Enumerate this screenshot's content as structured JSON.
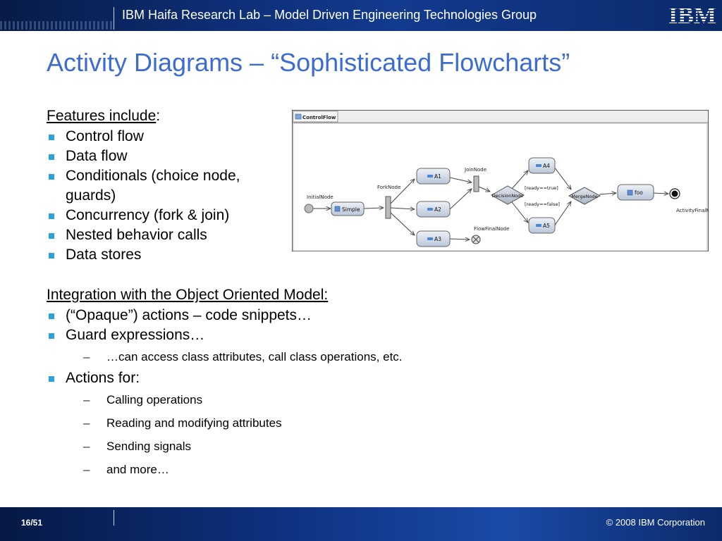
{
  "header": {
    "title": "IBM Haifa Research Lab – Model Driven Engineering Technologies Group",
    "logo_text": "IBM"
  },
  "slide": {
    "title": "Activity Diagrams – “Sophisticated Flowcharts”"
  },
  "features": {
    "heading": "Features include",
    "heading_suffix": ":",
    "items": [
      "Control flow",
      "Data flow",
      "Conditionals (choice node, guards)",
      "Concurrency (fork & join)",
      "Nested behavior calls",
      "Data stores"
    ]
  },
  "integration": {
    "heading": "Integration with the Object Oriented Model:",
    "items": [
      "(“Opaque”) actions – code snippets…",
      "Guard expressions…"
    ],
    "guard_sub": "…can access class attributes, call class operations, etc.",
    "actions_label": "Actions for:",
    "actions_sub": [
      "Calling operations",
      "Reading and modifying attributes",
      "Sending signals",
      "and more…"
    ]
  },
  "diagram": {
    "tab": "ControlFlow",
    "initial_label": "InitialNode",
    "simple_label": "Simple",
    "fork_label": "ForkNode",
    "a1": "A1",
    "a2": "A2",
    "a3": "A3",
    "join_label": "JoinNode",
    "decision_label": "DecisionNode",
    "a4": "A4",
    "a5": "A5",
    "guard_true": "[ready==true]",
    "guard_false": "[ready==false]",
    "merge_label": "MergeNode",
    "foo_label": "foo",
    "final_label": "ActivityFinalNode",
    "flowfinal_label": "FlowFinalNode"
  },
  "footer": {
    "page": "16/51",
    "copyright": "© 2008 IBM Corporation"
  },
  "colors": {
    "title": "#3c6ccf",
    "bullet": "#29a3dc",
    "header_bg": "#0d2e75"
  }
}
